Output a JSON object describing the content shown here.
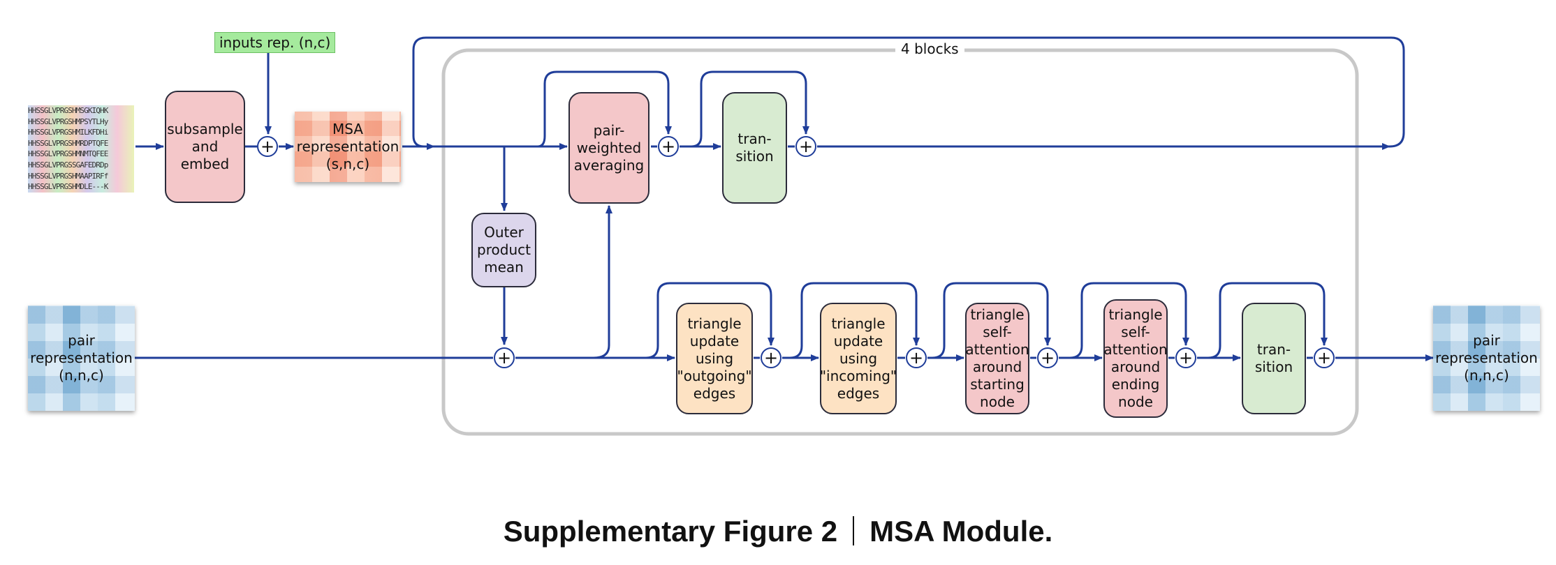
{
  "inputs_label": "inputs rep. (n,c)",
  "blocks_label": "4 blocks",
  "msa_sequences": [
    "HHSSGLVPRGSHMSGKIQHK",
    "HHSSGLVPRGSHMPSYTLHy",
    "HHSSGLVPRGSHMILKFDHi",
    "HHSSGLVPRGSHMRDPTQFE",
    "HHSSGLVPRGSHMNMTQFEE",
    "HHSSGLVPRGSSGAFEDRDp",
    "HHSSGLVPRGSHMAAPIRFf",
    "HHSSGLVPRGSHMDLE---K"
  ],
  "nodes": {
    "subsample": "subsample\nand\nembed",
    "msa_rep": "MSA\nrepresentation\n(s,n,c)",
    "pair_avg": "pair-\nweighted\naveraging",
    "transition_top": "tran-\nsition",
    "outer_product": "Outer\nproduct\nmean",
    "pair_rep_in": "pair\nrepresentation\n(n,n,c)",
    "tri_out": "triangle\nupdate\nusing\n\"outgoing\"\nedges",
    "tri_in": "triangle\nupdate\nusing\n\"incoming\"\nedges",
    "tri_att_start": "triangle\nself-\nattention\naround\nstarting\nnode",
    "tri_att_end": "triangle\nself-\nattention\naround\nending\nnode",
    "transition_bottom": "tran-\nsition",
    "pair_rep_out": "pair\nrepresentation\n(n,n,c)"
  },
  "plus_symbol": "+",
  "caption": {
    "left": "Supplementary Figure 2",
    "right": "MSA Module."
  },
  "colors": {
    "arrow": "#1f3d99",
    "frame": "#c8c8c8",
    "pink": "#f4c7c9",
    "green": "#d8ebd1",
    "peach": "#fde2c3",
    "lavender": "#dcd6ec"
  }
}
